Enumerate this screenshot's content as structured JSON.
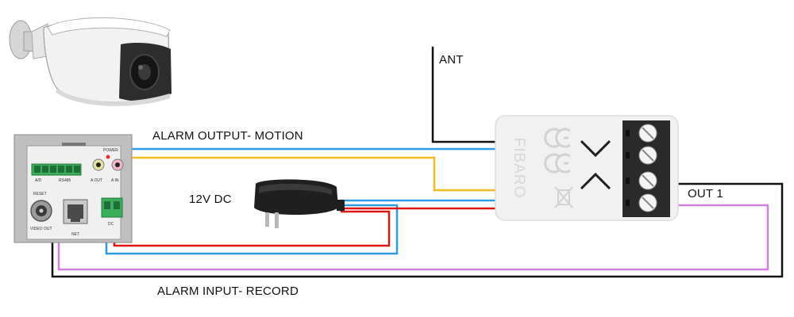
{
  "labels": {
    "alarm_output": "ALARM OUTPUT- MOTION",
    "power": "12V DC",
    "antenna": "ANT",
    "output1": "OUT 1",
    "alarm_input": "ALARM INPUT- RECORD"
  },
  "module": {
    "brand": "FIBARO"
  },
  "camera_panel": {
    "port_labels": [
      "A/D",
      "RS485",
      "A OUT",
      "A IN",
      "POWER",
      "RESET",
      "VIDEO OUT",
      "NET",
      "DC"
    ]
  },
  "colors": {
    "blue_wire": "#2e9be8",
    "yellow_wire": "#f2bb22",
    "red_wire": "#e11414",
    "black_wire": "#111111",
    "purple_wire": "#cf7fdc",
    "terminal_green": "#3aae5a"
  }
}
